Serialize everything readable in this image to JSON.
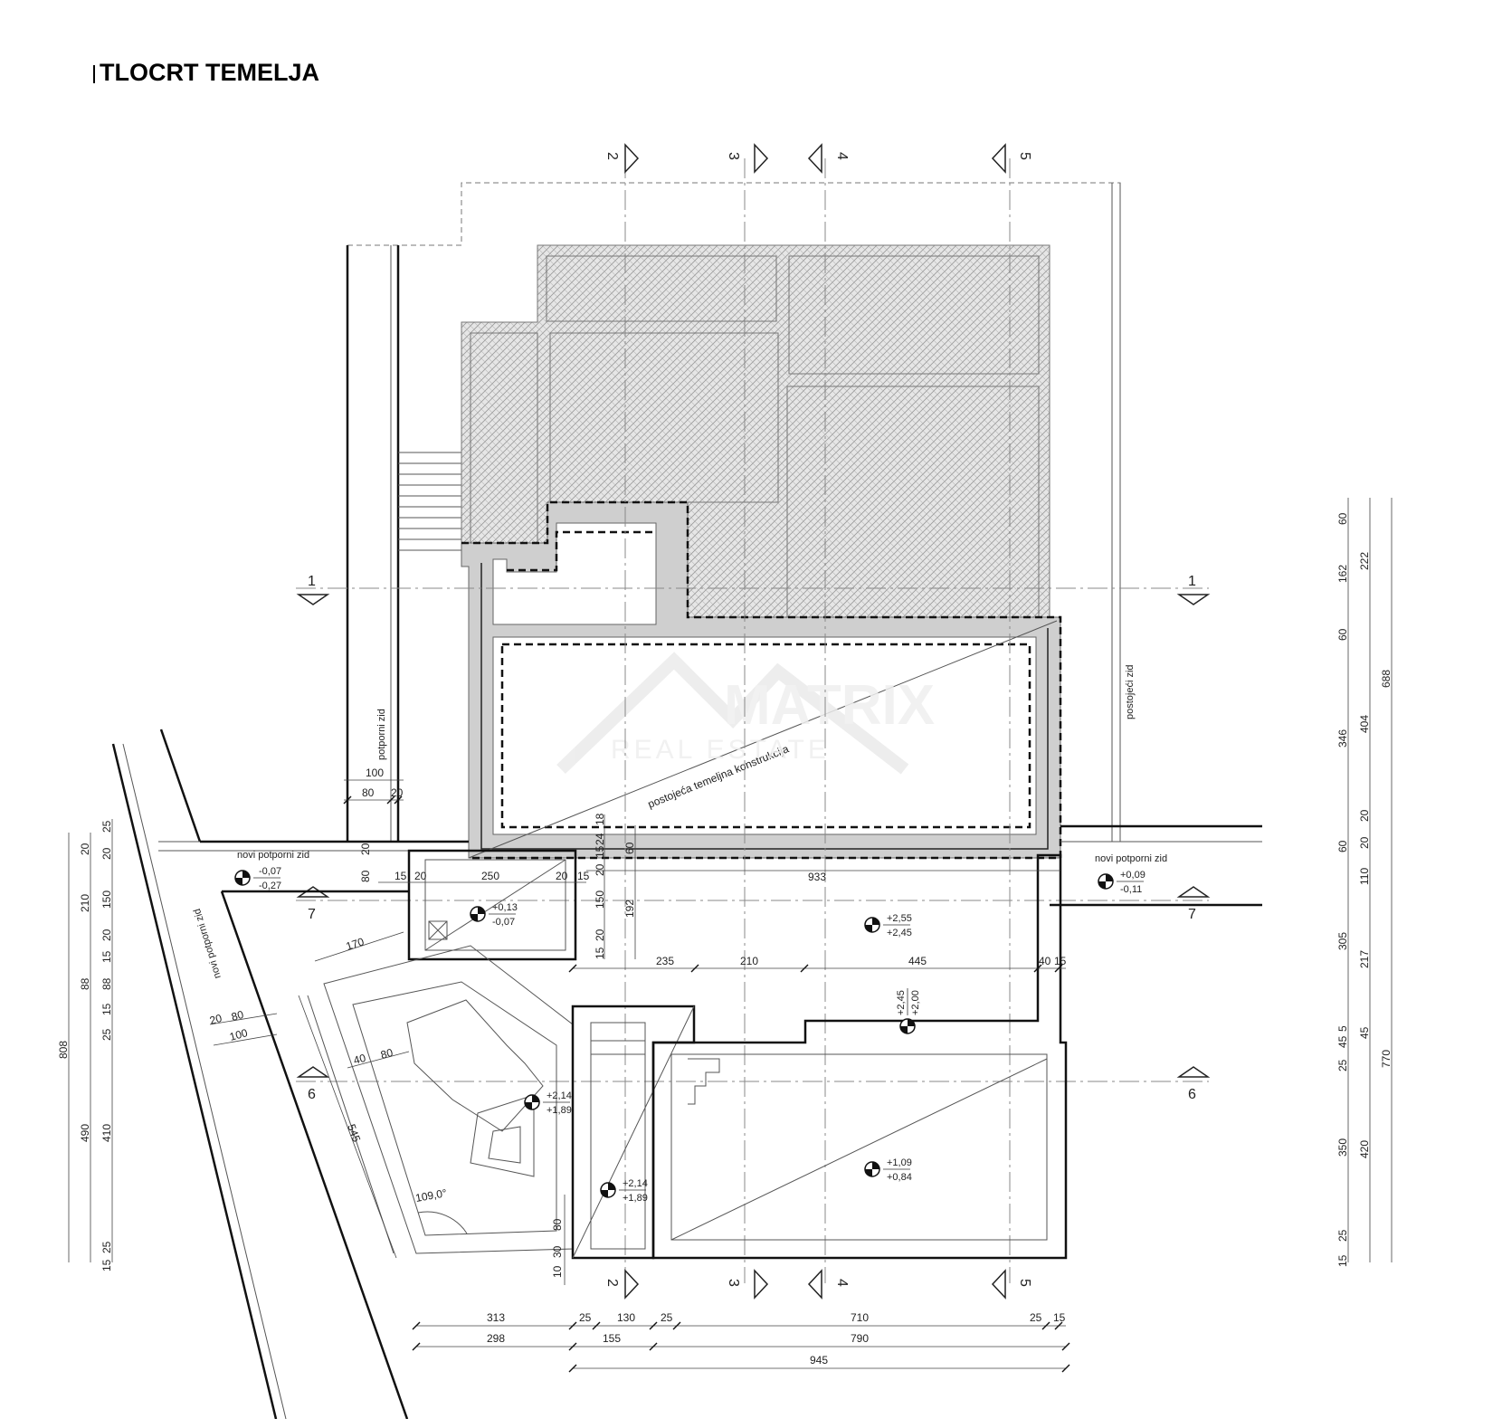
{
  "title": "TLOCRT TEMELJA",
  "watermark": {
    "line1": "MATRIX",
    "line2": "REAL ESTATE"
  },
  "labels": {
    "potporni_zid": "potporni zid",
    "postojeci_zid": "postojeći zid",
    "novi_potporni_zid_left": "novi potporni zid",
    "novi_potporni_zid_right": "novi potporni zid",
    "novi_potporni_zid_diag": "novi potporni zid",
    "postojeca_temeljna": "postojeća temeljna konstrukcija",
    "angle": "109,0°"
  },
  "levels": [
    {
      "top": "-0,07",
      "bottom": "-0,27"
    },
    {
      "top": "+0,13",
      "bottom": "-0,07"
    },
    {
      "top": "+2,55",
      "bottom": "+2,45"
    },
    {
      "top": "+0,09",
      "bottom": "-0,11"
    },
    {
      "top": "+2,45",
      "bottom": "+2,00"
    },
    {
      "top": "+2,14",
      "bottom": "+1,89"
    },
    {
      "top": "+2,14",
      "bottom": "+1,89"
    },
    {
      "top": "+1,09",
      "bottom": "+0,84"
    }
  ],
  "axes": {
    "vertical": [
      "2",
      "3",
      "4",
      "5",
      "2",
      "3",
      "4",
      "5"
    ],
    "horizontal": [
      "1",
      "1",
      "7",
      "7",
      "6",
      "6"
    ]
  },
  "dims": {
    "wall_100": "100",
    "wall_80": "80",
    "wall_20": "20",
    "w20a": "20",
    "w80a": "80",
    "w15a": "15",
    "w20b": "20",
    "w250": "250",
    "w20c": "20",
    "w15b": "15",
    "w933": "933",
    "w18": "18",
    "w20d": "20",
    "w15c": "15",
    "w24": "24",
    "w60": "60",
    "w150": "150",
    "w192": "192",
    "w20e": "20",
    "w15d": "15",
    "w170": "170",
    "w235": "235",
    "w210": "210",
    "w445": "445",
    "w40": "40",
    "w15e": "15",
    "d20": "20",
    "d80": "80",
    "d100": "100",
    "d40": "40",
    "d80b": "80",
    "d545": "545",
    "v80": "80",
    "v30": "30",
    "v10": "10",
    "b313": "313",
    "b25a": "25",
    "b130": "130",
    "b25b": "25",
    "b710": "710",
    "b25c": "25",
    "b15": "15",
    "b298": "298",
    "b155": "155",
    "b790": "790",
    "b945": "945",
    "l25": "25",
    "l20a": "20",
    "l20b": "20",
    "l210": "210",
    "l150": "150",
    "l20c": "20",
    "l15a": "15",
    "l88a": "88",
    "l88b": "88",
    "l15b": "15",
    "l25b": "25",
    "l808": "808",
    "l490": "490",
    "l410": "410",
    "l25c": "25",
    "l15c": "15",
    "r60a": "60",
    "r162": "162",
    "r222": "222",
    "r60b": "60",
    "r346": "346",
    "r404": "404",
    "r688": "688",
    "r20a": "20",
    "r60c": "60",
    "r20b": "20",
    "r110": "110",
    "r305": "305",
    "r217": "217",
    "r5": "5",
    "r45a": "45",
    "r45b": "45",
    "r25a": "25",
    "r770": "770",
    "r350": "350",
    "r420": "420",
    "r25b": "25",
    "r15": "15"
  }
}
